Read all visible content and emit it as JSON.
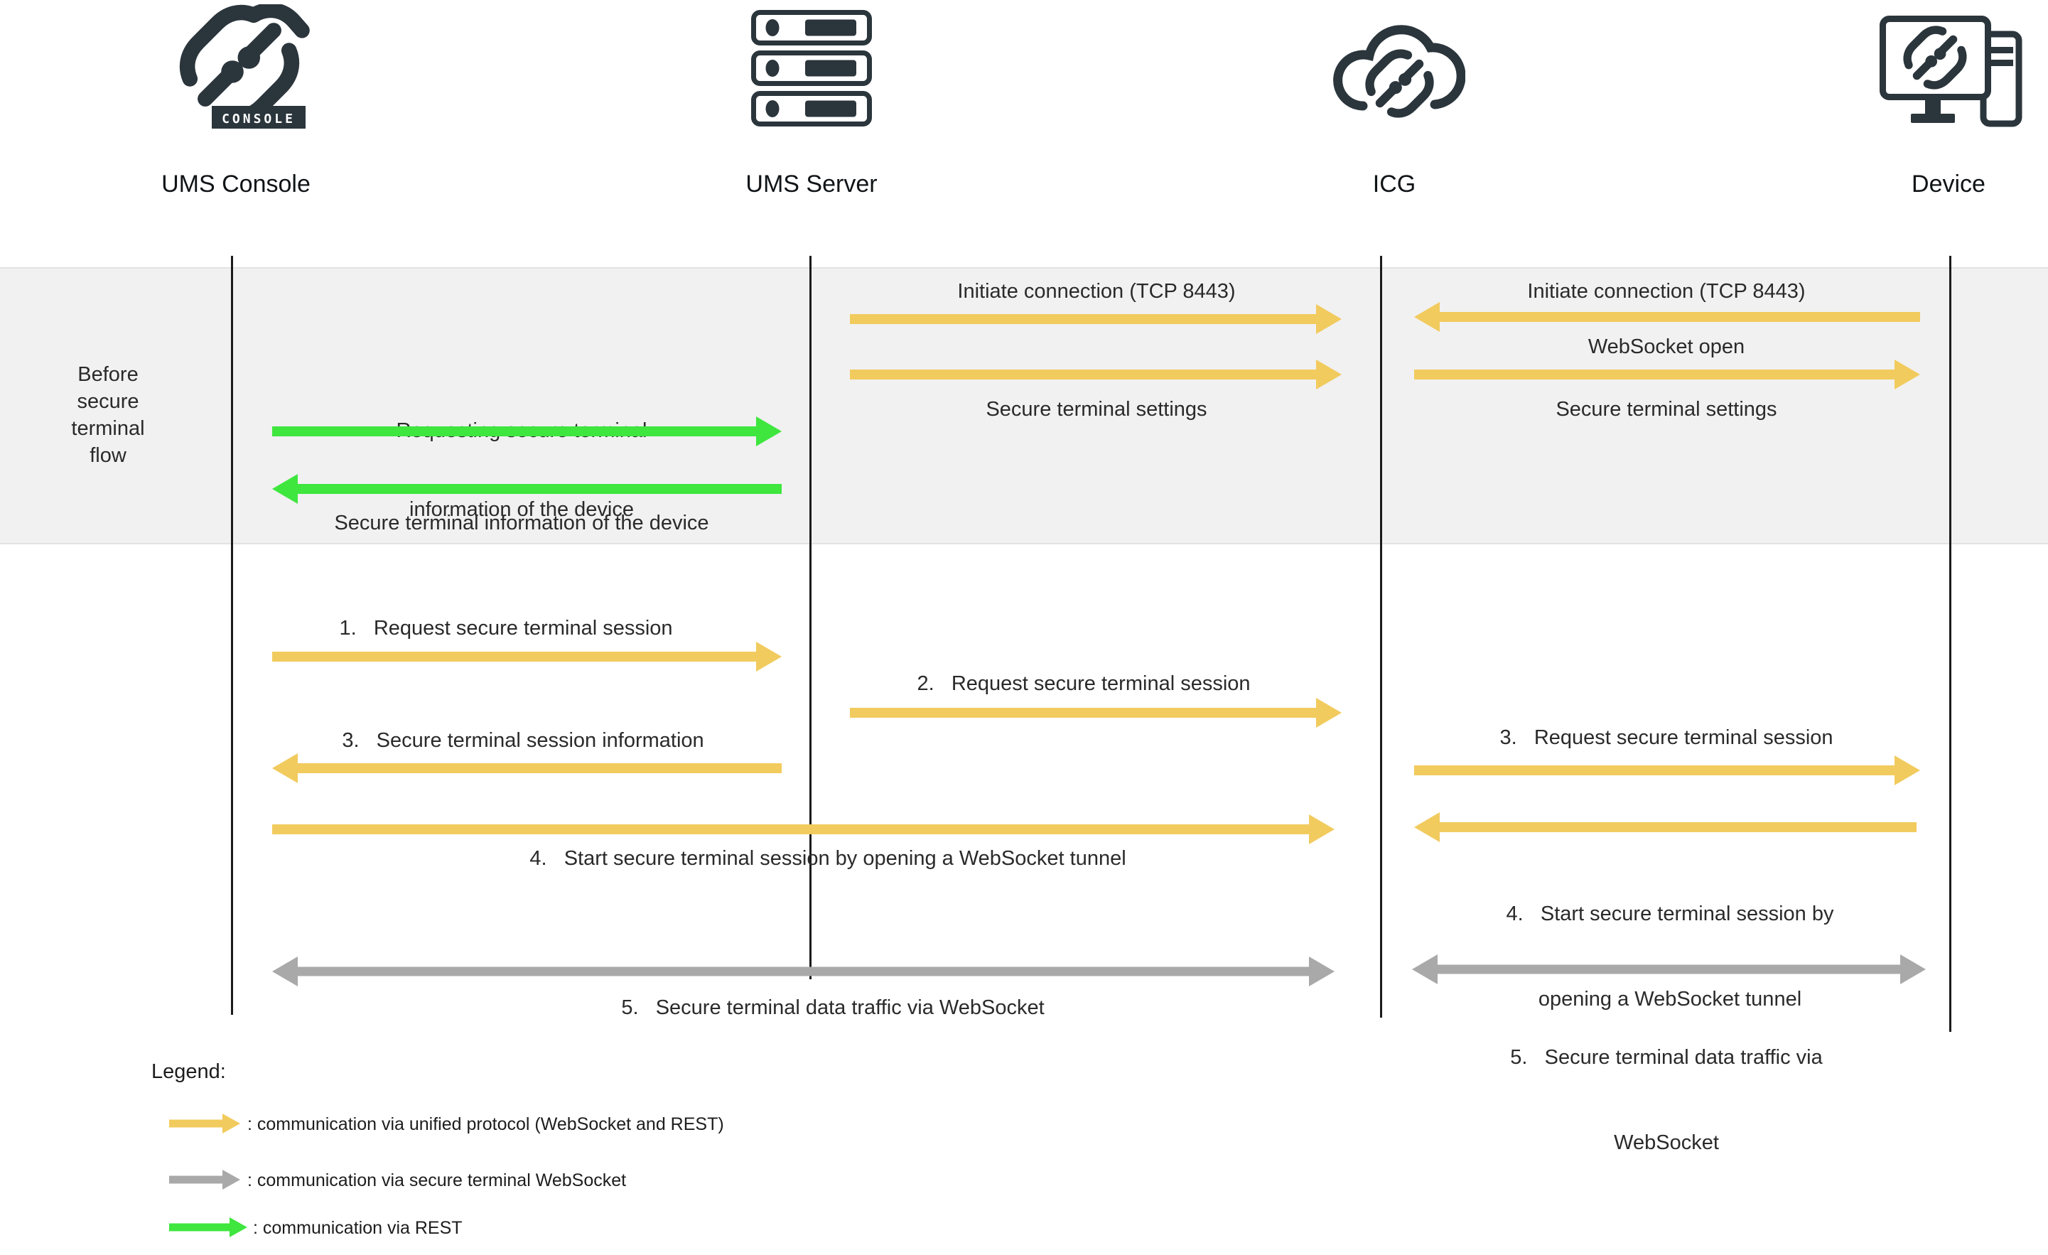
{
  "actors": [
    {
      "label": "UMS Console"
    },
    {
      "label": "UMS Server"
    },
    {
      "label": "ICG"
    },
    {
      "label": "Device"
    }
  ],
  "console_badge": "CONSOLE",
  "phase": {
    "label": "Before\nsecure\nterminal\nflow"
  },
  "band_messages": {
    "server_icg_initiate": "Initiate connection (TCP 8443)",
    "server_icg_settings": "Secure terminal settings",
    "device_icg_initiate": "Initiate connection (TCP 8443)",
    "icg_device_websocket_open": "WebSocket open",
    "icg_device_settings": "Secure terminal settings",
    "console_server_request_line1": "Requesting secure terminal",
    "console_server_request_line2": "information of the device",
    "server_console_response": "Secure terminal information of the device"
  },
  "flow_messages": {
    "step1": "1.   Request secure terminal session",
    "step2": "2.   Request secure terminal session",
    "step3_left": "3.   Secure terminal session information",
    "step3_right": "3.   Request secure terminal session",
    "step4_left": "4.   Start secure terminal session by opening a WebSocket tunnel",
    "step4_right_line1": "4.   Start secure terminal session by",
    "step4_right_line2": "opening a WebSocket tunnel",
    "step5_left": "5.   Secure terminal data traffic via WebSocket",
    "step5_right_line1": "5.   Secure terminal data traffic via",
    "step5_right_line2": "WebSocket"
  },
  "legend": {
    "title": "Legend:",
    "items": [
      {
        "style": "yellow",
        "label": ": communication via unified protocol (WebSocket and REST)"
      },
      {
        "style": "gray",
        "label": ": communication via secure terminal WebSocket"
      },
      {
        "style": "green",
        "label": ": communication via REST"
      }
    ]
  },
  "colors": {
    "unified_protocol_arrow": "#f2cb5e",
    "secure_terminal_websocket_arrow": "#a9a9a9",
    "rest_arrow": "#3ee63e",
    "lifeline": "#1b1b1b",
    "phase_band_background": "#f1f1f1",
    "icon": "#2b353c"
  }
}
